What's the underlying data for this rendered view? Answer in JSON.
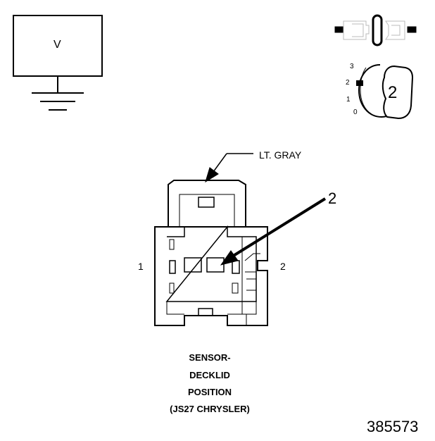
{
  "meter": {
    "label": "V"
  },
  "key_switch": {
    "positions": [
      "3",
      "2",
      "1",
      "0"
    ],
    "key_number": "2"
  },
  "connector": {
    "color_label": "LT. GRAY",
    "pin_callout": "2",
    "left_pin": "1",
    "right_pin": "2"
  },
  "caption": {
    "line1": "SENSOR-",
    "line2": "DECKLID",
    "line3": "POSITION",
    "line4": "(JS27 CHRYSLER)"
  },
  "figure_id": "385573"
}
